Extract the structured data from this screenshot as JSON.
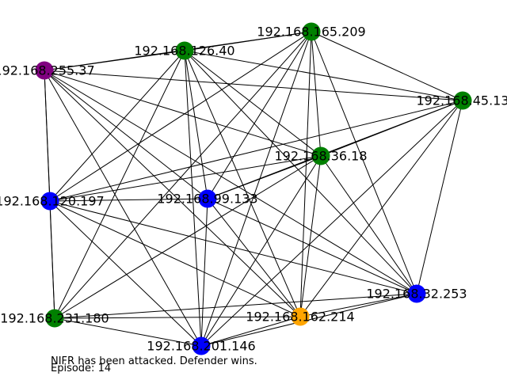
{
  "graph": {
    "colors": {
      "edge": "#000000",
      "green": "#008000",
      "blue": "#0000ff",
      "purple": "#800080",
      "orange": "#ffa500"
    },
    "nodes": [
      {
        "id": "n1",
        "label": "192.168.165.209",
        "color": "#008000"
      },
      {
        "id": "n2",
        "label": "192.168.126.40",
        "color": "#008000"
      },
      {
        "id": "n3",
        "label": "192.168.255.37",
        "color": "#800080"
      },
      {
        "id": "n4",
        "label": "192.168.45.13",
        "color": "#008000"
      },
      {
        "id": "n5",
        "label": "192.168.36.18",
        "color": "#008000"
      },
      {
        "id": "n6",
        "label": "192.168.120.197",
        "color": "#0000ff"
      },
      {
        "id": "n7",
        "label": "192.168.99.133",
        "color": "#0000ff"
      },
      {
        "id": "n8",
        "label": "192.168.32.253",
        "color": "#0000ff"
      },
      {
        "id": "n9",
        "label": "192.168.231.180",
        "color": "#008000"
      },
      {
        "id": "n10",
        "label": "192.168.162.214",
        "color": "#ffa500"
      },
      {
        "id": "n11",
        "label": "192.168.201.146",
        "color": "#0000ff"
      }
    ],
    "edges": [
      [
        "n1",
        "n2"
      ],
      [
        "n1",
        "n3"
      ],
      [
        "n1",
        "n4"
      ],
      [
        "n1",
        "n5"
      ],
      [
        "n1",
        "n6"
      ],
      [
        "n1",
        "n7"
      ],
      [
        "n1",
        "n8"
      ],
      [
        "n1",
        "n9"
      ],
      [
        "n1",
        "n10"
      ],
      [
        "n1",
        "n11"
      ],
      [
        "n2",
        "n3"
      ],
      [
        "n2",
        "n4"
      ],
      [
        "n2",
        "n5"
      ],
      [
        "n2",
        "n6"
      ],
      [
        "n2",
        "n7"
      ],
      [
        "n2",
        "n8"
      ],
      [
        "n2",
        "n9"
      ],
      [
        "n2",
        "n10"
      ],
      [
        "n2",
        "n11"
      ],
      [
        "n3",
        "n4"
      ],
      [
        "n3",
        "n5"
      ],
      [
        "n3",
        "n6"
      ],
      [
        "n3",
        "n7"
      ],
      [
        "n3",
        "n8"
      ],
      [
        "n3",
        "n9"
      ],
      [
        "n3",
        "n10"
      ],
      [
        "n3",
        "n11"
      ],
      [
        "n4",
        "n5"
      ],
      [
        "n4",
        "n6"
      ],
      [
        "n4",
        "n7"
      ],
      [
        "n4",
        "n8"
      ],
      [
        "n4",
        "n10"
      ],
      [
        "n4",
        "n11"
      ],
      [
        "n5",
        "n6"
      ],
      [
        "n5",
        "n7"
      ],
      [
        "n5",
        "n8"
      ],
      [
        "n5",
        "n9"
      ],
      [
        "n5",
        "n10"
      ],
      [
        "n5",
        "n11"
      ],
      [
        "n6",
        "n7"
      ],
      [
        "n6",
        "n8"
      ],
      [
        "n6",
        "n9"
      ],
      [
        "n6",
        "n10"
      ],
      [
        "n6",
        "n11"
      ],
      [
        "n7",
        "n8"
      ],
      [
        "n7",
        "n10"
      ],
      [
        "n7",
        "n11"
      ],
      [
        "n8",
        "n9"
      ],
      [
        "n8",
        "n10"
      ],
      [
        "n8",
        "n11"
      ],
      [
        "n9",
        "n10"
      ],
      [
        "n9",
        "n11"
      ],
      [
        "n10",
        "n11"
      ]
    ]
  },
  "status": {
    "message": "NIFR has been attacked. Defender wins.",
    "episode": "Episode: 14"
  }
}
